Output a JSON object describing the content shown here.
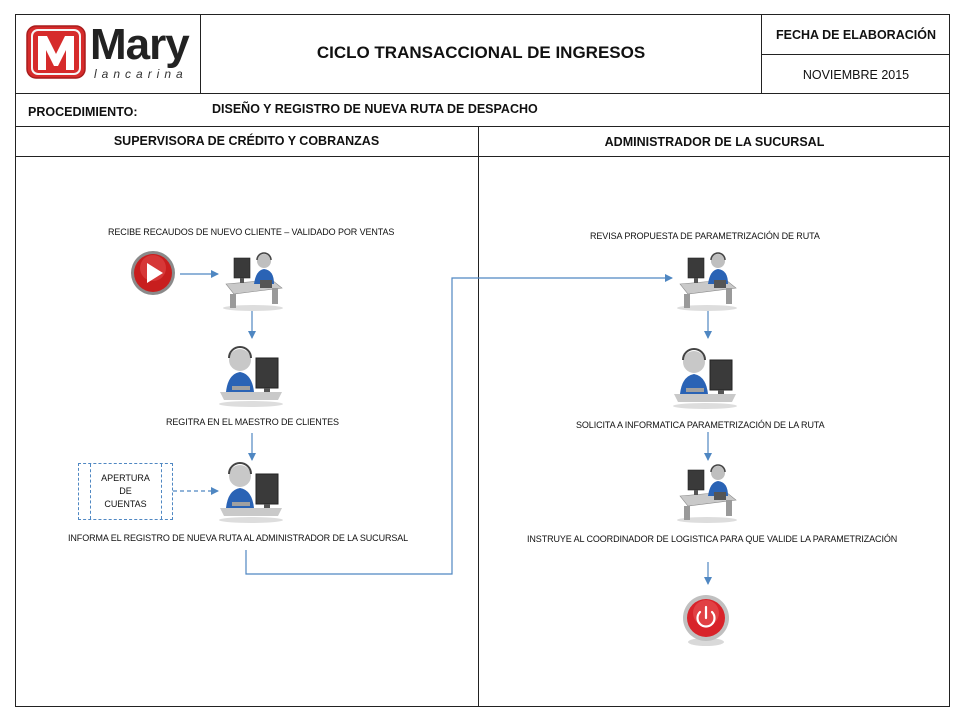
{
  "header": {
    "logo_brand": "Mary",
    "logo_sub": "lancarina",
    "title": "CICLO TRANSACCIONAL  DE INGRESOS",
    "date_label": "FECHA DE ELABORACIÓN",
    "date_value": "NOVIEMBRE 2015"
  },
  "procedure": {
    "label": "PROCEDIMIENTO:",
    "value": "DISEÑO Y REGISTRO DE NUEVA RUTA DE DESPACHO"
  },
  "lanes": [
    {
      "title": "SUPERVISORA DE CRÉDITO Y COBRANZAS"
    },
    {
      "title": "ADMINISTRADOR DE LA SUCURSAL"
    }
  ],
  "steps": [
    {
      "text": "RECIBE RECAUDOS DE NUEVO CLIENTE – VALIDADO POR VENTAS"
    },
    {
      "text": "REGITRA EN EL MAESTRO DE CLIENTES"
    },
    {
      "text": "INFORMA EL REGISTRO DE NUEVA RUTA AL ADMINISTRADOR DE LA SUCURSAL"
    },
    {
      "text": "REVISA PROPUESTA DE PARAMETRIZACIÓN DE RUTA"
    },
    {
      "text": "SOLICITA A INFORMATICA PARAMETRIZACIÓN DE LA RUTA"
    },
    {
      "text": "INSTRUYE AL COORDINADOR DE LOGISTICA PARA QUE VALIDE LA PARAMETRIZACIÓN"
    }
  ],
  "annotation": {
    "line1": "APERTURA",
    "line2": "DE",
    "line3": "CUENTAS"
  },
  "colors": {
    "arrow": "#4f87c2",
    "logo_red": "#d62b2b",
    "start_red": "#c81e1e",
    "end_red": "#d8232a"
  },
  "icons": {
    "start": "play-button-icon",
    "end": "power-button-icon",
    "worker": "person-at-computer-icon"
  }
}
